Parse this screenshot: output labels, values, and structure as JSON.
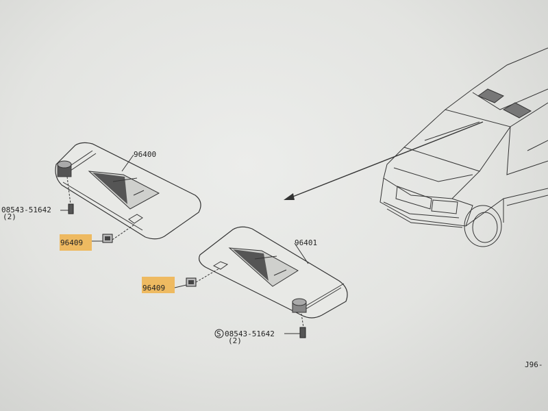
{
  "labels": {
    "visor_left_part": "96400",
    "visor_right_part": "96401",
    "clip_left_part": "96409",
    "clip_right_part": "96409",
    "screw_left_part": "08543-51642",
    "screw_left_qty": "(2)",
    "screw_right_prefix": "S",
    "screw_right_part": "08543-51642",
    "screw_right_qty": "(2)",
    "ref_code": "J96-"
  },
  "colors": {
    "highlight": "#f0b24a",
    "line": "#333333",
    "paper": "#e8e9e6"
  }
}
